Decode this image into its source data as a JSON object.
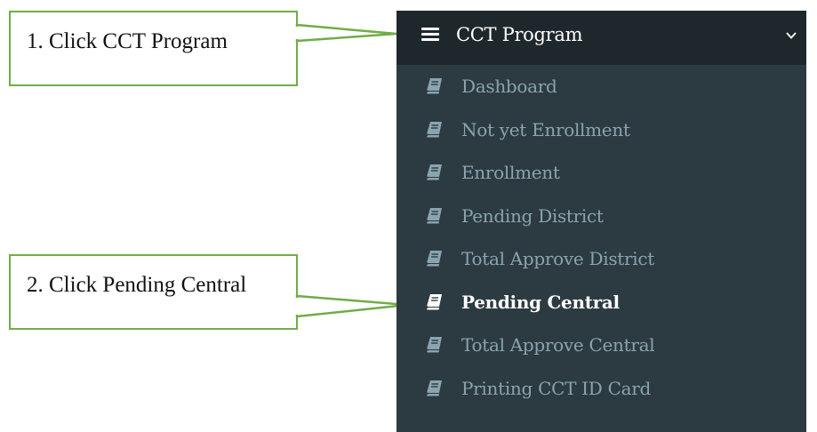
{
  "annotations": {
    "step1": "1. Click CCT Program",
    "step2": "2. Click Pending Central"
  },
  "colors": {
    "callout_border": "#70ad47",
    "sidebar_bg": "#2c3b41",
    "header_bg": "#1e282c",
    "item_text": "#8aa4af",
    "active_text": "#ffffff"
  },
  "sidebar": {
    "header": {
      "title": "CCT Program",
      "icon": "hamburger-icon",
      "toggle_icon": "chevron-down-icon"
    },
    "items": [
      {
        "label": "Dashboard",
        "icon": "book-icon"
      },
      {
        "label": "Not yet Enrollment",
        "icon": "book-icon"
      },
      {
        "label": "Enrollment",
        "icon": "book-icon"
      },
      {
        "label": "Pending District",
        "icon": "book-icon"
      },
      {
        "label": "Total Approve District",
        "icon": "book-icon"
      },
      {
        "label": "Pending Central",
        "icon": "book-icon",
        "active": true
      },
      {
        "label": "Total Approve Central",
        "icon": "book-icon"
      },
      {
        "label": "Printing CCT ID Card",
        "icon": "book-icon"
      }
    ]
  }
}
